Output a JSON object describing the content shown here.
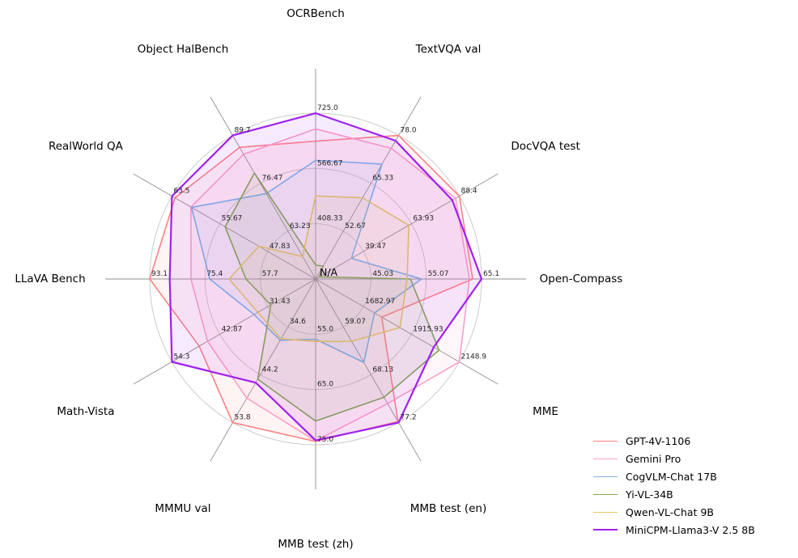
{
  "chart_data": {
    "type": "radar",
    "center_label": "N/A",
    "legend_position": "lower right",
    "grid": true,
    "ring_levels": 3,
    "axes": [
      {
        "label": "OCRBench",
        "min": 250,
        "max": 725,
        "ticks": [
          "408.33",
          "566.67",
          "725.0"
        ]
      },
      {
        "label": "TextVQA val",
        "min": 40,
        "max": 78,
        "ticks": [
          "52.67",
          "65.33",
          "78.0"
        ]
      },
      {
        "label": "DocVQA test",
        "min": 15,
        "max": 88.4,
        "ticks": [
          "39.47",
          "63.93",
          "88.4"
        ]
      },
      {
        "label": "Open-Compass",
        "min": 35,
        "max": 65.1,
        "ticks": [
          "45.03",
          "55.07",
          "65.1"
        ]
      },
      {
        "label": "MME",
        "min": 1450,
        "max": 2148.9,
        "ticks": [
          "1682.97",
          "1915.93",
          "2148.9"
        ]
      },
      {
        "label": "MMB test (en)",
        "min": 50,
        "max": 77.2,
        "ticks": [
          "59.07",
          "68.13",
          "77.2"
        ]
      },
      {
        "label": "MMB test (zh)",
        "min": 45,
        "max": 75,
        "ticks": [
          "55.0",
          "65.0",
          "75.0"
        ]
      },
      {
        "label": "MMMU val",
        "min": 25,
        "max": 53.8,
        "ticks": [
          "34.6",
          "44.2",
          "53.8"
        ]
      },
      {
        "label": "Math-Vista",
        "min": 20,
        "max": 54.3,
        "ticks": [
          "31.43",
          "42.87",
          "54.3"
        ]
      },
      {
        "label": "LLaVA Bench",
        "min": 40,
        "max": 93.1,
        "ticks": [
          "57.7",
          "75.4",
          "93.1"
        ]
      },
      {
        "label": "RealWorld QA",
        "min": 40,
        "max": 63.5,
        "ticks": [
          "47.83",
          "55.67",
          "63.5"
        ]
      },
      {
        "label": "Object HalBench",
        "min": 50,
        "max": 89.7,
        "ticks": [
          "63.23",
          "76.47",
          "89.7"
        ]
      }
    ],
    "series": [
      {
        "name": "GPT-4V-1106",
        "color": "#FF8383",
        "width": 1.6,
        "values": [
          645,
          78.0,
          88.4,
          63.5,
          1771.5,
          77.0,
          74.4,
          53.8,
          47.8,
          93.1,
          63.0,
          86.4
        ]
      },
      {
        "name": "Gemini Pro",
        "color": "#FF9EC8",
        "width": 1.6,
        "values": [
          680,
          74.6,
          86.5,
          62.9,
          2148.9,
          73.6,
          74.3,
          48.9,
          45.8,
          79.9,
          60.4,
          84.5
        ]
      },
      {
        "name": "CogVLM-Chat 17B",
        "color": "#7FB2E5",
        "width": 1.6,
        "values": [
          590,
          70.4,
          33.3,
          54.2,
          1736.6,
          65.8,
          55.9,
          37.3,
          34.7,
          73.9,
          60.3,
          73.6
        ]
      },
      {
        "name": "Yi-VL-34B",
        "color": "#82A854",
        "width": 1.6,
        "values": [
          290,
          43.4,
          16.9,
          52.2,
          2050.2,
          72.4,
          70.7,
          45.1,
          30.7,
          62.3,
          54.8,
          79.3
        ]
      },
      {
        "name": "Qwen-VL-Chat 9B",
        "color": "#E3C567",
        "width": 1.6,
        "values": [
          488,
          61.5,
          62.6,
          51.6,
          1860.0,
          61.8,
          56.3,
          37.0,
          33.8,
          67.7,
          49.3,
          56.2
        ]
      },
      {
        "name": "MiniCPM-Llama3-V 2.5 8B",
        "color": "#A020F0",
        "width": 2.2,
        "values": [
          725,
          76.6,
          84.8,
          65.1,
          2024.6,
          77.2,
          74.2,
          45.8,
          54.3,
          86.7,
          63.5,
          89.7
        ]
      }
    ],
    "colors": {
      "ring": "#cccccc",
      "spoke": "#8f8f8f",
      "tick_text": "#262626",
      "axis_text": "#000000"
    }
  }
}
